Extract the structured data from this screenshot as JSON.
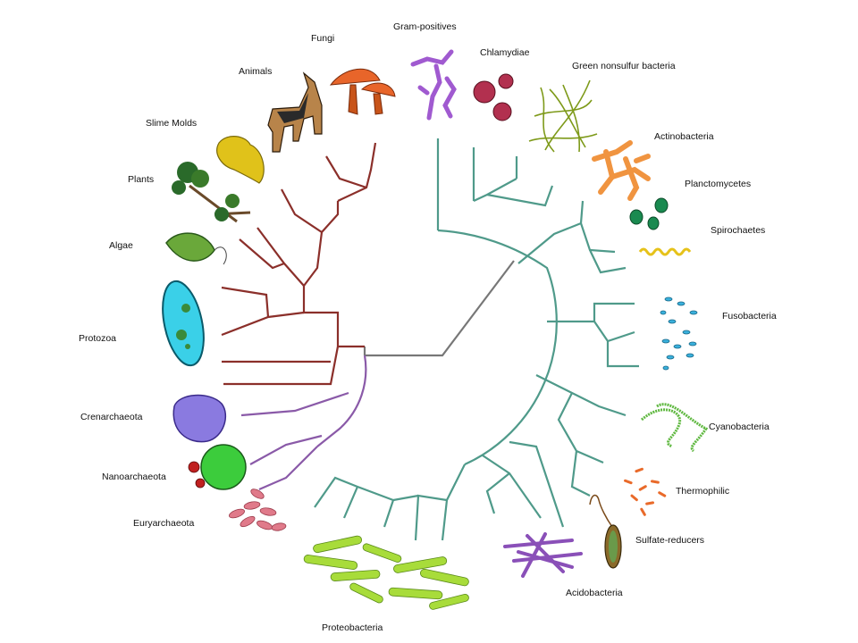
{
  "labels": {
    "gram_positives": "Gram-positives",
    "chlamydiae": "Chlamydiae",
    "green_nonsulfur": "Green nonsulfur bacteria",
    "actinobacteria": "Actinobacteria",
    "planctomycetes": "Planctomycetes",
    "spirochaetes": "Spirochaetes",
    "fusobacteria": "Fusobacteria",
    "cyanobacteria": "Cyanobacteria",
    "thermophilic": "Thermophilic",
    "sulfate_reducers": "Sulfate-reducers",
    "acidobacteria": "Acidobacteria",
    "proteobacteria": "Proteobacteria",
    "euryarchaeota": "Euryarchaeota",
    "nanoarchaeota": "Nanoarchaeota",
    "crenarchaeota": "Crenarchaeota",
    "protozoa": "Protozoa",
    "algae": "Algae",
    "plants": "Plants",
    "slime_molds": "Slime Molds",
    "animals": "Animals",
    "fungi": "Fungi"
  },
  "colors": {
    "bacteria_branch": "#4f9a8a",
    "eukarya_branch": "#8b2f2a",
    "archaea_branch": "#8a5aa8",
    "root_branch": "#777777"
  },
  "illustrations": [
    "fungus-mushroom",
    "dog",
    "slime-mold",
    "tree",
    "leaf",
    "paramecium",
    "archaea-blob",
    "archaea-cell",
    "rod-cells",
    "chain",
    "cocci",
    "filaments",
    "branching-mycelium",
    "spiral"
  ]
}
